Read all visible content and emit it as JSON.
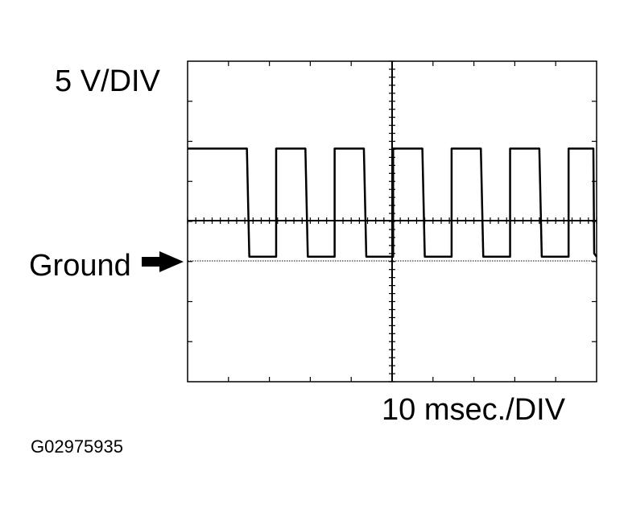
{
  "labels": {
    "vertical_scale": "5 V/DIV",
    "horizontal_scale": "10 msec./DIV",
    "ground": "Ground",
    "figure_id": "G02975935"
  },
  "icons": {
    "ground_marker": "right-arrow-icon"
  },
  "waveform": {
    "type": "square wave",
    "high_level_div_above_center": 1.8,
    "low_level_div_below_center": 0.9,
    "ground_level_div_below_center": 1.0,
    "period_div": 1.43,
    "duty_high": 0.5
  }
}
